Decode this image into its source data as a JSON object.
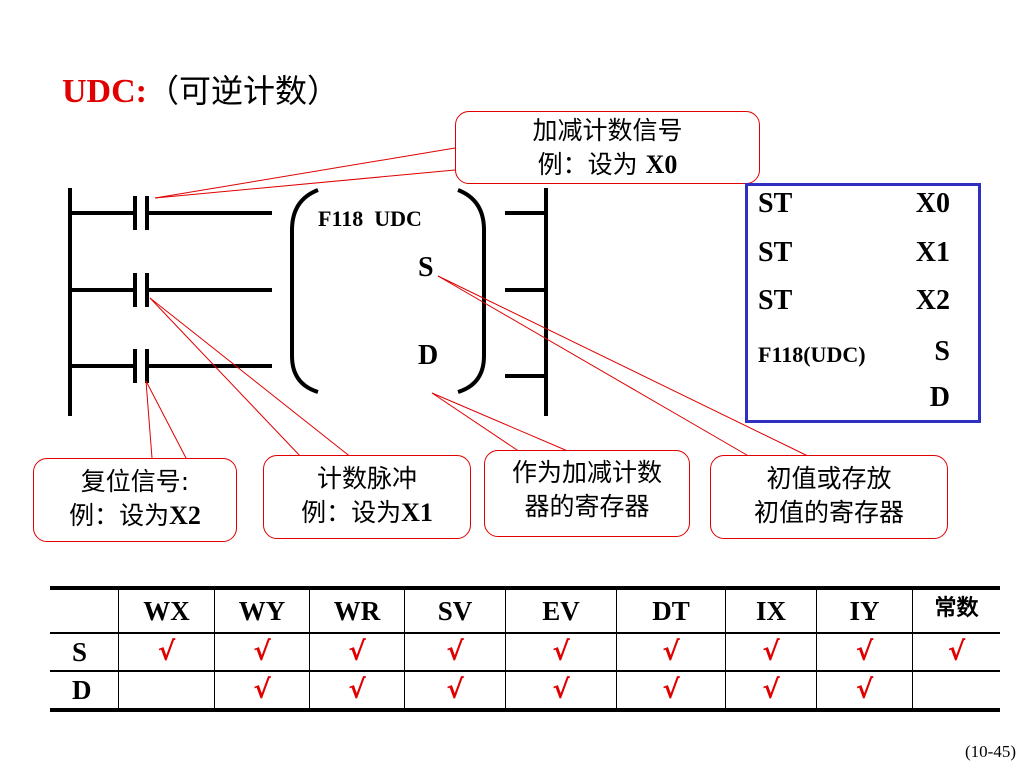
{
  "title": {
    "code": "UDC:",
    "desc": "（可逆计数）"
  },
  "callouts": {
    "direction": {
      "line1": "加减计数信号",
      "line2_cn": "例：设为 ",
      "line2_en": "X0"
    },
    "reset": {
      "line1": "复位信号:",
      "line2_cn": "例：设为",
      "line2_en": "X2"
    },
    "count": {
      "line1": "计数脉冲",
      "line2_cn": "例：设为",
      "line2_en": "X1"
    },
    "result": {
      "line1": "作为加减计数",
      "line2": "器的寄存器"
    },
    "preset": {
      "line1": "初值或存放",
      "line2": "初值的寄存器"
    }
  },
  "block": {
    "name": "F118  UDC",
    "s": "S",
    "d": "D"
  },
  "program": [
    {
      "op": "ST",
      "arg": "X0"
    },
    {
      "op": "ST",
      "arg": "X1"
    },
    {
      "op": "ST",
      "arg": "X2"
    },
    {
      "op": "F118(UDC)",
      "arg": "S"
    },
    {
      "op": "",
      "arg": "D"
    }
  ],
  "table": {
    "columns": [
      "",
      "WX",
      "WY",
      "WR",
      "SV",
      "EV",
      "DT",
      "IX",
      "IY",
      "常数"
    ],
    "rows": [
      {
        "label": "S",
        "cells": [
          "√",
          "√",
          "√",
          "√",
          "√",
          "√",
          "√",
          "√",
          "√"
        ]
      },
      {
        "label": "D",
        "cells": [
          "",
          "√",
          "√",
          "√",
          "√",
          "√",
          "√",
          "√",
          ""
        ]
      }
    ]
  },
  "page_number": "(10-45)",
  "colors": {
    "accent": "#e00000",
    "box_border": "#3030c0"
  }
}
